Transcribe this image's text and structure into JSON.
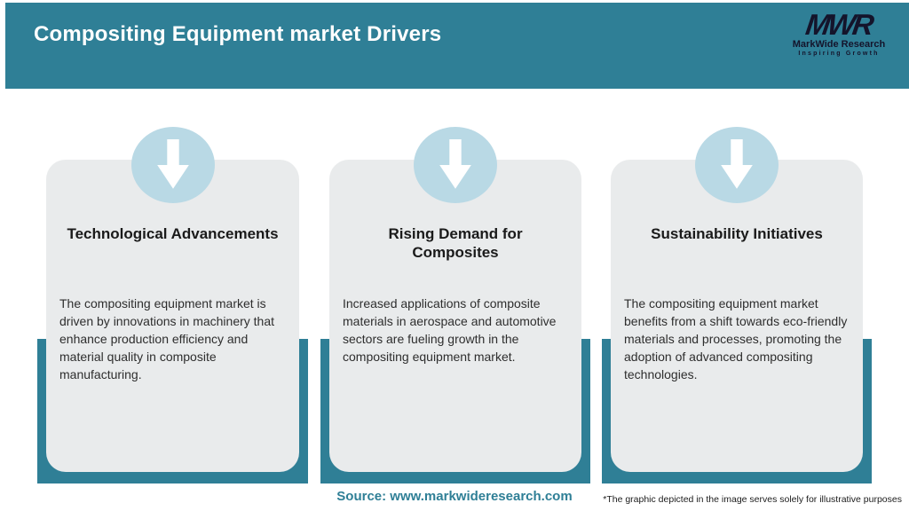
{
  "colors": {
    "accent_teal": "#2F7F96",
    "icon_circle_blue": "#B9D9E5",
    "card_background": "#E9EBEC",
    "logo_navy": "#14142B",
    "header_title_white": "#FFFFFF"
  },
  "header": {
    "title": "Compositing Equipment market Drivers",
    "logo": {
      "monogram": "MWR",
      "name": "MarkWide Research",
      "tagline": "Inspiring Growth"
    }
  },
  "cards": [
    {
      "title": "Technological Advancements",
      "description": "The compositing equipment market is driven by innovations in machinery that enhance production efficiency and material quality in composite manufacturing."
    },
    {
      "title": "Rising Demand for\nComposites",
      "description": "Increased applications of composite materials in aerospace and automotive sectors are fueling growth in the compositing equipment market."
    },
    {
      "title": "Sustainability Initiatives",
      "description": "The compositing equipment market benefits from a shift towards eco-friendly materials and processes, promoting the adoption of advanced compositing technologies."
    }
  ],
  "footer": {
    "source": "Source: www.markwideresearch.com",
    "disclaimer": "*The graphic depicted in the image serves solely for illustrative purposes"
  }
}
